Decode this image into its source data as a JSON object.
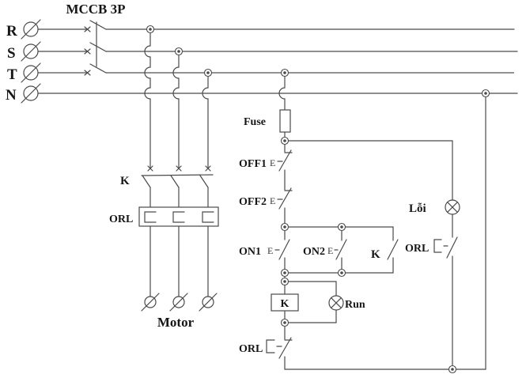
{
  "diagram": {
    "title": "MCCB 3P",
    "type": "motor-starter-control-schematic",
    "colors": {
      "background": "#ffffff",
      "wire": "#4a4a4a",
      "text": "#161616"
    },
    "phases": [
      "R",
      "S",
      "T",
      "N"
    ],
    "labels": {
      "fuse": "Fuse",
      "off1": "OFF1",
      "off2": "OFF2",
      "on1": "ON1",
      "on2": "ON2",
      "k_contactor": "K",
      "k_latch": "K",
      "k_coil": "K",
      "orl_overload": "ORL",
      "orl_main_contact": "ORL",
      "orl_fault_contact": "ORL",
      "run_lamp": "Run",
      "fault_lamp": "Lỗi",
      "motor": "Motor",
      "pushbutton_cap": "E"
    }
  }
}
